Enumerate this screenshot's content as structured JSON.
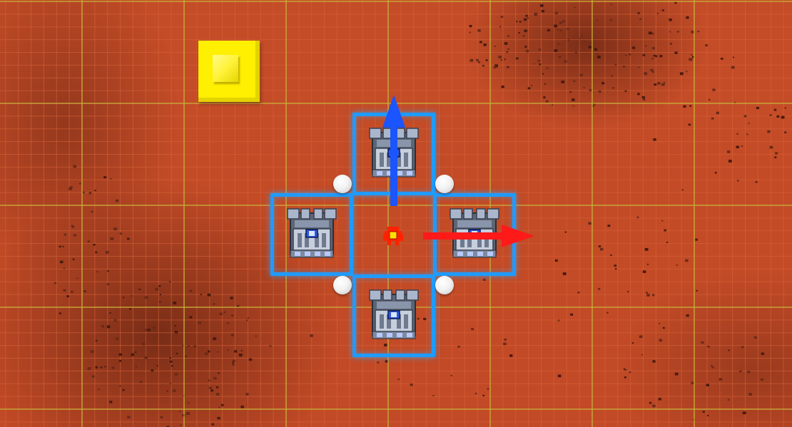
{
  "scene": {
    "type": "top-down grid build view",
    "colors": {
      "ground": "#c44c27",
      "grid_fine": "#d8663d",
      "grid_major": "#c7b23a",
      "selection_outline": "#1f9bff",
      "axis_y": "#1a55ff",
      "axis_x": "#ff1a1a",
      "block": "#ffef00",
      "player": "#ff2200"
    }
  },
  "entities": {
    "block": {
      "icon": "yellow-cube-icon"
    },
    "player": {
      "icon": "player-marker-icon"
    },
    "turrets": [
      {
        "icon": "turret-icon",
        "slot": "top"
      },
      {
        "icon": "turret-icon",
        "slot": "left"
      },
      {
        "icon": "turret-icon",
        "slot": "right"
      },
      {
        "icon": "turret-icon",
        "slot": "bottom"
      }
    ],
    "orbs": 4
  },
  "gizmo": {
    "y_axis": {
      "icon": "arrow-up-icon"
    },
    "x_axis": {
      "icon": "arrow-right-icon"
    }
  }
}
